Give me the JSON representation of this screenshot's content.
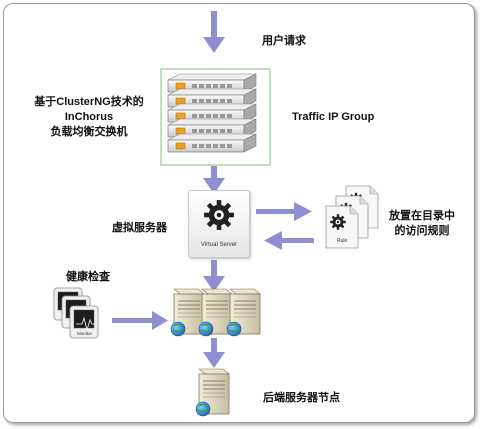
{
  "labels": {
    "user_request": "用户请求",
    "traffic_ip_group": "Traffic IP Group",
    "lb_switch_line1": "基于ClusterNG技术的",
    "lb_switch_line2": "InChorus",
    "lb_switch_line3": "负载均衡交换机",
    "virtual_server": "虚拟服务器",
    "rules_line1": "放置在目录中",
    "rules_line2": "的访问规则",
    "health_check": "健康检查",
    "backend_nodes": "后端服务器节点"
  },
  "icon_captions": {
    "virtual_server": "Virtual Server",
    "rule": "Rule",
    "monitor": "Monitor"
  },
  "colors": {
    "arrow": "#8e8ed2",
    "switch_border": "#8fcf8f",
    "port_orange": "#f0a020"
  }
}
